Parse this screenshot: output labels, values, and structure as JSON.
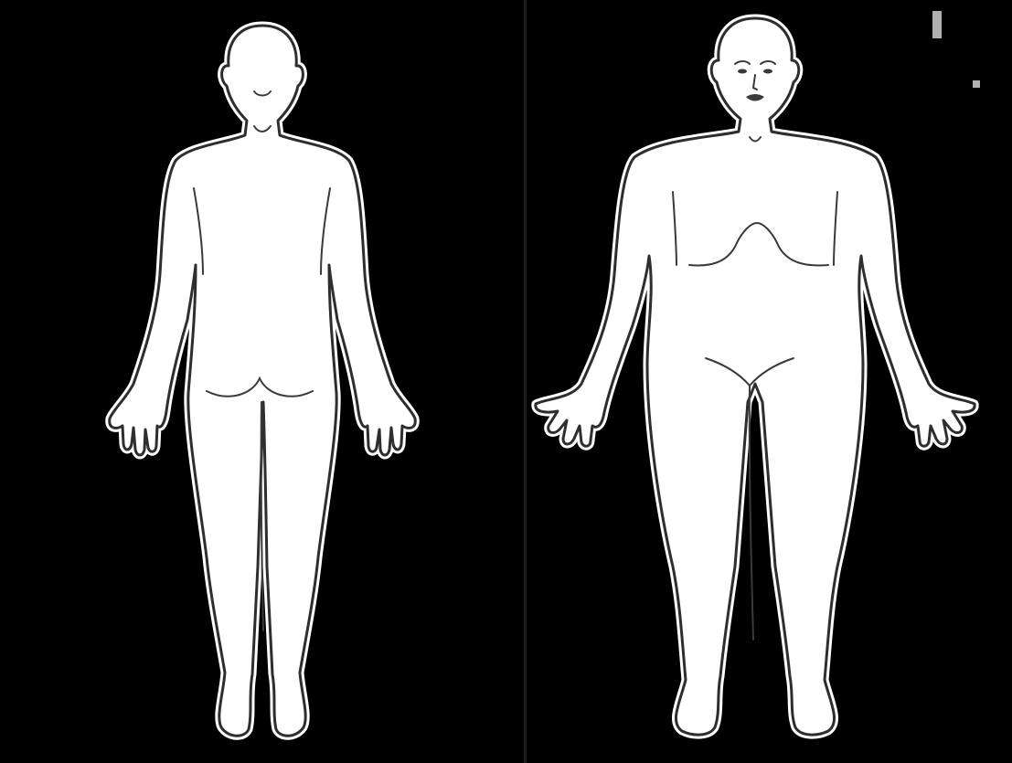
{
  "figure": {
    "panels": [
      {
        "view": "back",
        "icon": "posterior-body-outline"
      },
      {
        "view": "front",
        "icon": "anterior-body-outline"
      }
    ],
    "colors": {
      "background": "#000000",
      "body_fill": "#ffffff",
      "outline": "#2e2e2e"
    }
  }
}
